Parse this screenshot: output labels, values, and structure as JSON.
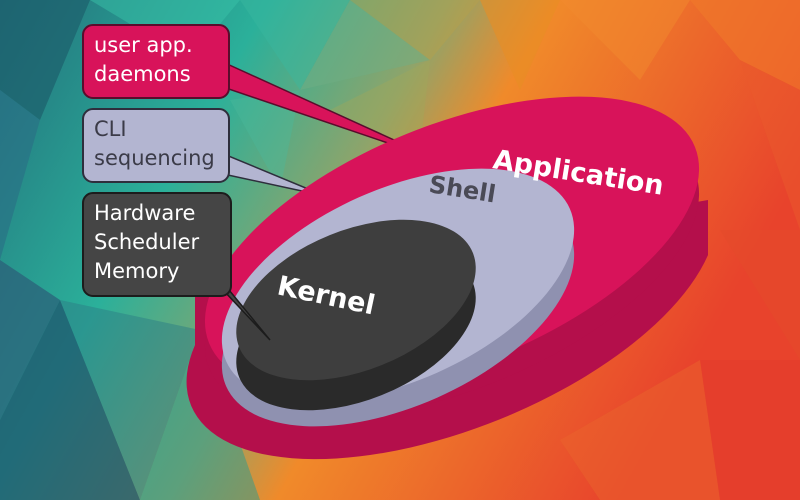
{
  "callouts": {
    "application": {
      "lines": [
        "user app.",
        "daemons"
      ]
    },
    "shell": {
      "lines": [
        "CLI",
        "sequencing"
      ]
    },
    "kernel": {
      "lines": [
        "Hardware",
        "Scheduler",
        "Memory"
      ]
    }
  },
  "layers": {
    "application": {
      "label": "Application"
    },
    "shell": {
      "label": "Shell"
    },
    "kernel": {
      "label": "Kernel"
    }
  },
  "colors": {
    "application": "#d8135a",
    "shell": "#b3b5d1",
    "kernel": "#3e3e3e"
  }
}
